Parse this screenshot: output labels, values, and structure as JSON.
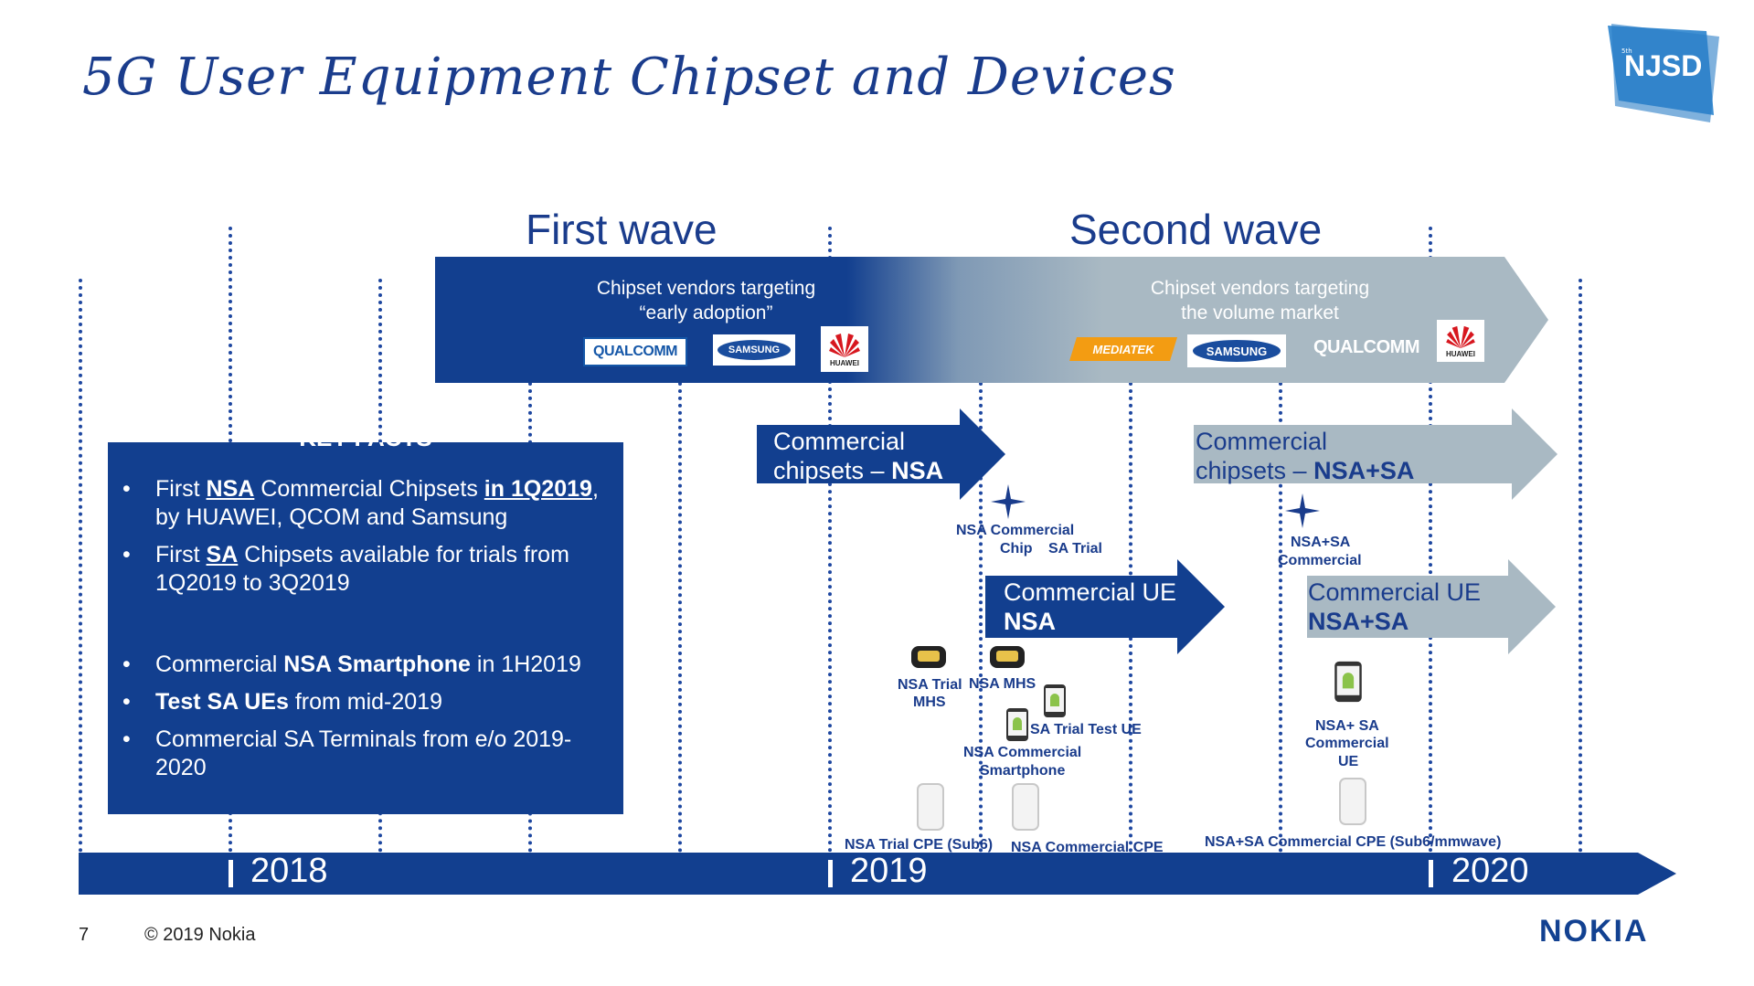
{
  "title": "5G User Equipment Chipset and Devices",
  "badge": {
    "text": "NJSD",
    "sup": "5th"
  },
  "waves": {
    "first": "First wave",
    "second": "Second wave"
  },
  "band": {
    "left_text": "Chipset vendors targeting\n“early adoption”",
    "right_text": "Chipset vendors targeting\nthe volume market",
    "left_logos": [
      "QUALCOMM",
      "SAMSUNG",
      "HUAWEI"
    ],
    "right_logos": [
      "MEDIATEK",
      "SAMSUNG",
      "QUALCOMM",
      "HUAWEI"
    ]
  },
  "arrows": {
    "chip_nsa_line1": "Commercial",
    "chip_nsa_line2a": "chipsets – ",
    "chip_nsa_line2b": "NSA",
    "chip_nsasa_line1": "Commercial",
    "chip_nsasa_line2a": "chipsets – ",
    "chip_nsasa_line2b": "NSA+SA",
    "ue_nsa_line1": "Commercial UE",
    "ue_nsa_line2": "NSA",
    "ue_nsasa_line1": "Commercial UE",
    "ue_nsasa_line2": "NSA+SA"
  },
  "milestones": {
    "nsa_commercial": "NSA Commercial",
    "chip": "Chip",
    "sa_trial": "SA Trial",
    "nsasa_commercial_1": "NSA+SA",
    "nsasa_commercial_2": "Commercial",
    "nsa_trial_mhs_1": "NSA Trial",
    "nsa_trial_mhs_2": "MHS",
    "nsa_mhs": "NSA MHS",
    "sa_trial_test_ue": "SA Trial Test UE",
    "nsa_commercial_smartphone_1": "NSA Commercial",
    "nsa_commercial_smartphone_2": "Smartphone",
    "nsasa_ue_1": "NSA+ SA",
    "nsasa_ue_2": "Commercial",
    "nsasa_ue_3": "UE",
    "nsa_trial_cpe": "NSA Trial CPE (Sub6)",
    "nsa_commercial_cpe": "NSA Commercial CPE",
    "nsasa_commercial_cpe": "NSA+SA Commercial CPE (Sub6/mmwave)"
  },
  "key_facts": {
    "heading": "KEY FACTS",
    "items": [
      {
        "parts": [
          [
            "First ",
            ""
          ],
          [
            "NSA",
            "bu"
          ],
          [
            " Commercial Chipsets ",
            ""
          ],
          [
            "in 1Q2019",
            "bu"
          ],
          [
            ", by HUAWEI, QCOM and Samsung",
            ""
          ]
        ]
      },
      {
        "parts": [
          [
            "First ",
            ""
          ],
          [
            "SA",
            "bu"
          ],
          [
            " Chipsets available for trials from 1Q2019 to 3Q2019",
            ""
          ]
        ]
      },
      {
        "parts": [
          [
            "",
            ""
          ]
        ]
      },
      {
        "parts": [
          [
            "Commercial ",
            ""
          ],
          [
            "NSA Smartphone",
            "b"
          ],
          [
            " in 1H2019",
            ""
          ]
        ]
      },
      {
        "parts": [
          [
            "Test SA UEs",
            "b"
          ],
          [
            " from mid-2019",
            ""
          ]
        ]
      },
      {
        "parts": [
          [
            "Commercial SA Terminals from e/o 2019-2020",
            ""
          ]
        ]
      }
    ]
  },
  "timeline": {
    "y2018": "2018",
    "y2019": "2019",
    "y2020": "2020"
  },
  "footer": {
    "page": "7",
    "copyright": "© 2019 Nokia",
    "brand": "NOKIA"
  },
  "colors": {
    "dark_blue": "#123f8f",
    "grey_blue": "#a9b9c3",
    "title_blue": "#1a3c8c"
  }
}
